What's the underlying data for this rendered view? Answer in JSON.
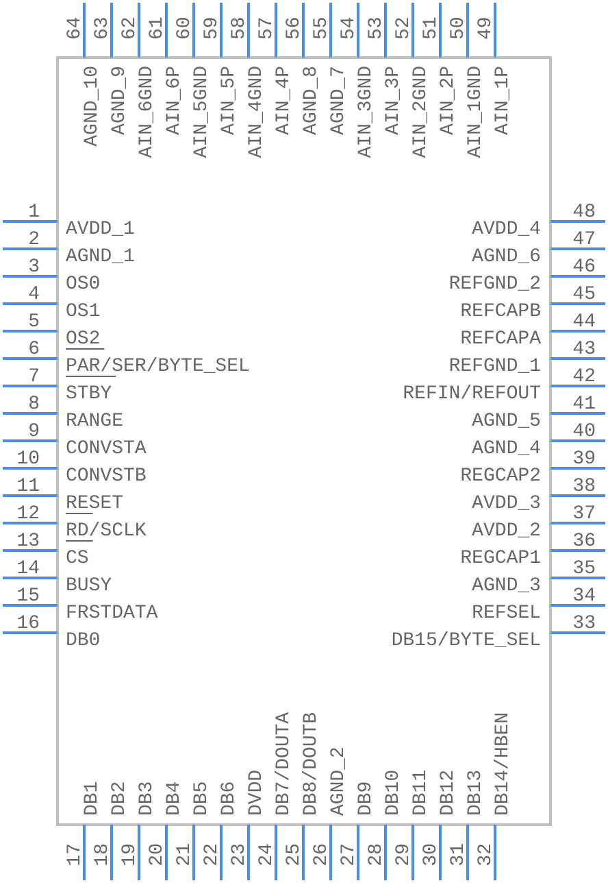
{
  "component": {
    "body_color": "#c0c0c0",
    "pin_color": "#4a8ef0",
    "text_color": "#666666"
  },
  "pins": {
    "left": [
      {
        "number": "1",
        "name": "AVDD_1",
        "bar": ""
      },
      {
        "number": "2",
        "name": "AGND_1",
        "bar": ""
      },
      {
        "number": "3",
        "name": "OS0",
        "bar": ""
      },
      {
        "number": "4",
        "name": "OS1",
        "bar": ""
      },
      {
        "number": "5",
        "name": "OS2",
        "bar": "under:0-3"
      },
      {
        "number": "6",
        "name": "PAR/SER/BYTE_SEL",
        "bar": "under:0-4"
      },
      {
        "number": "7",
        "name": "STBY",
        "bar": ""
      },
      {
        "number": "8",
        "name": "RANGE",
        "bar": ""
      },
      {
        "number": "9",
        "name": "CONVSTA",
        "bar": ""
      },
      {
        "number": "10",
        "name": "CONVSTB",
        "bar": ""
      },
      {
        "number": "11",
        "name": "RESET",
        "bar": "under:0-2"
      },
      {
        "number": "12",
        "name": "RD/SCLK",
        "bar": "under:0-2"
      },
      {
        "number": "13",
        "name": "CS",
        "bar": ""
      },
      {
        "number": "14",
        "name": "BUSY",
        "bar": ""
      },
      {
        "number": "15",
        "name": "FRSTDATA",
        "bar": ""
      },
      {
        "number": "16",
        "name": "DB0",
        "bar": ""
      }
    ],
    "bottom": [
      {
        "number": "17",
        "name": "DB1"
      },
      {
        "number": "18",
        "name": "DB2"
      },
      {
        "number": "19",
        "name": "DB3"
      },
      {
        "number": "20",
        "name": "DB4"
      },
      {
        "number": "21",
        "name": "DB5"
      },
      {
        "number": "22",
        "name": "DB6"
      },
      {
        "number": "23",
        "name": "DVDD"
      },
      {
        "number": "24",
        "name": "DB7/DOUTA"
      },
      {
        "number": "25",
        "name": "DB8/DOUTB"
      },
      {
        "number": "26",
        "name": "AGND_2"
      },
      {
        "number": "27",
        "name": "DB9"
      },
      {
        "number": "28",
        "name": "DB10"
      },
      {
        "number": "29",
        "name": "DB11"
      },
      {
        "number": "30",
        "name": "DB12"
      },
      {
        "number": "31",
        "name": "DB13"
      },
      {
        "number": "32",
        "name": "DB14/HBEN"
      }
    ],
    "right": [
      {
        "number": "48",
        "name": "AVDD_4"
      },
      {
        "number": "47",
        "name": "AGND_6"
      },
      {
        "number": "46",
        "name": "REFGND_2"
      },
      {
        "number": "45",
        "name": "REFCAPB"
      },
      {
        "number": "44",
        "name": "REFCAPA"
      },
      {
        "number": "43",
        "name": "REFGND_1"
      },
      {
        "number": "42",
        "name": "REFIN/REFOUT"
      },
      {
        "number": "41",
        "name": "AGND_5"
      },
      {
        "number": "40",
        "name": "AGND_4"
      },
      {
        "number": "39",
        "name": "REGCAP2"
      },
      {
        "number": "38",
        "name": "AVDD_3"
      },
      {
        "number": "37",
        "name": "AVDD_2"
      },
      {
        "number": "36",
        "name": "REGCAP1"
      },
      {
        "number": "35",
        "name": "AGND_3"
      },
      {
        "number": "34",
        "name": "REFSEL"
      },
      {
        "number": "33",
        "name": "DB15/BYTE_SEL"
      }
    ],
    "top": [
      {
        "number": "64",
        "name": "AGND_10"
      },
      {
        "number": "63",
        "name": "AGND_9"
      },
      {
        "number": "62",
        "name": "AIN_6GND"
      },
      {
        "number": "61",
        "name": "AIN_6P"
      },
      {
        "number": "60",
        "name": "AIN_5GND"
      },
      {
        "number": "59",
        "name": "AIN_5P"
      },
      {
        "number": "58",
        "name": "AIN_4GND"
      },
      {
        "number": "57",
        "name": "AIN_4P"
      },
      {
        "number": "56",
        "name": "AGND_8"
      },
      {
        "number": "55",
        "name": "AGND_7"
      },
      {
        "number": "54",
        "name": "AIN_3GND"
      },
      {
        "number": "53",
        "name": "AIN_3P"
      },
      {
        "number": "52",
        "name": "AIN_2GND"
      },
      {
        "number": "51",
        "name": "AIN_2P"
      },
      {
        "number": "50",
        "name": "AIN_1GND"
      },
      {
        "number": "49",
        "name": "AIN_1P"
      }
    ]
  }
}
